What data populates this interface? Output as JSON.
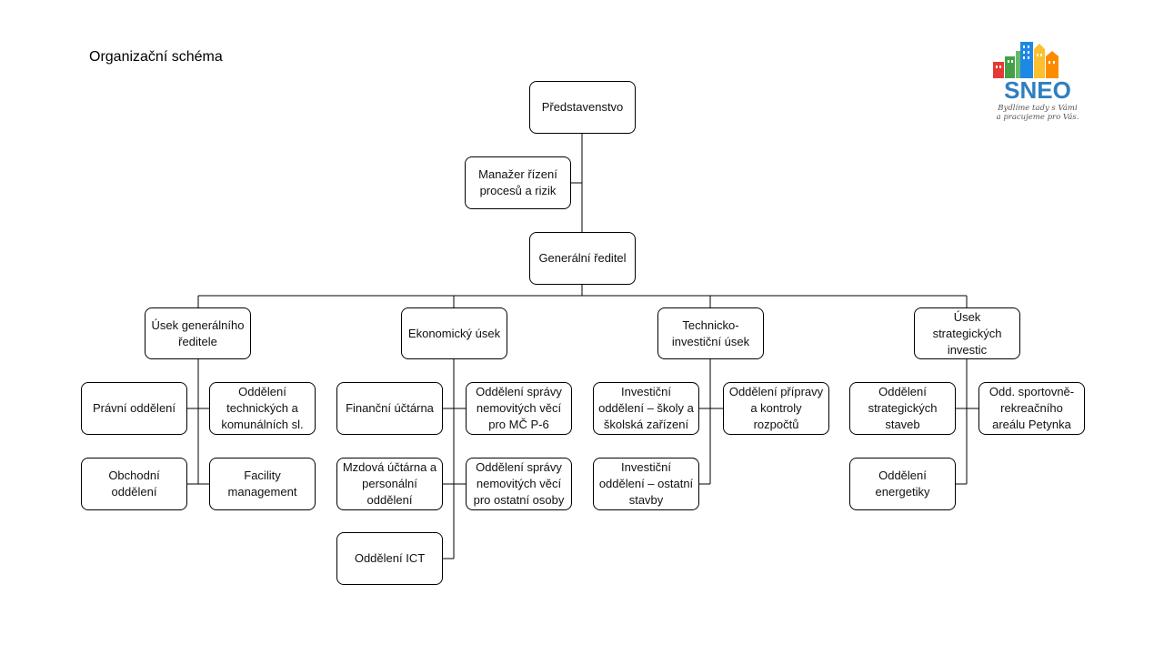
{
  "title": "Organizační schéma",
  "logo": {
    "brand": "SNEO",
    "tagline_1": "Bydlíme tady s Vámi",
    "tagline_2": "a pracujeme pro Vás.",
    "colors": {
      "red": "#e53935",
      "green": "#43a047",
      "blue": "#1e88e5",
      "yellow": "#fbc02d",
      "orange": "#fb8c00",
      "text": "#2f7fc0"
    }
  },
  "nodes": {
    "board": "Představenstvo",
    "risk_manager": "Manažer řízení\nprocesů a rizik",
    "ceo": "Generální ředitel",
    "ceo_division": "Úsek generálního\nředitele",
    "economic_division": "Ekonomický úsek",
    "technical_division": "Technicko-\ninvestiční úsek",
    "strategic_division": "Úsek\nstrategických\ninvestic",
    "legal": "Právní oddělení",
    "technical_services": "Oddělení\ntechnických a\nkomunálních sl.",
    "sales": "Obchodní\noddělení",
    "facility": "Facility\nmanagement",
    "financial_accounting": "Finanční účtárna",
    "property_p6": "Oddělení správy\nnemovitých věcí\npro MČ P-6",
    "payroll_hr": "Mzdová účtárna a\npersonální\noddělení",
    "property_others": "Oddělení správy\nnemovitých věcí\npro ostatní osoby",
    "ict": "Oddělení ICT",
    "invest_schools": "Investiční\noddělení – školy a\nškolská zařízení",
    "budget_prep": "Oddělení přípravy\na kontroly\nrozpočtů",
    "invest_other": "Investiční\noddělení – ostatní\nstavby",
    "strategic_buildings": "Oddělení\nstrategických\nstaveb",
    "sports_area": "Odd. sportovně-\nrekreačního\nareálu Petynka",
    "energy": "Oddělení\nenergetiky"
  }
}
